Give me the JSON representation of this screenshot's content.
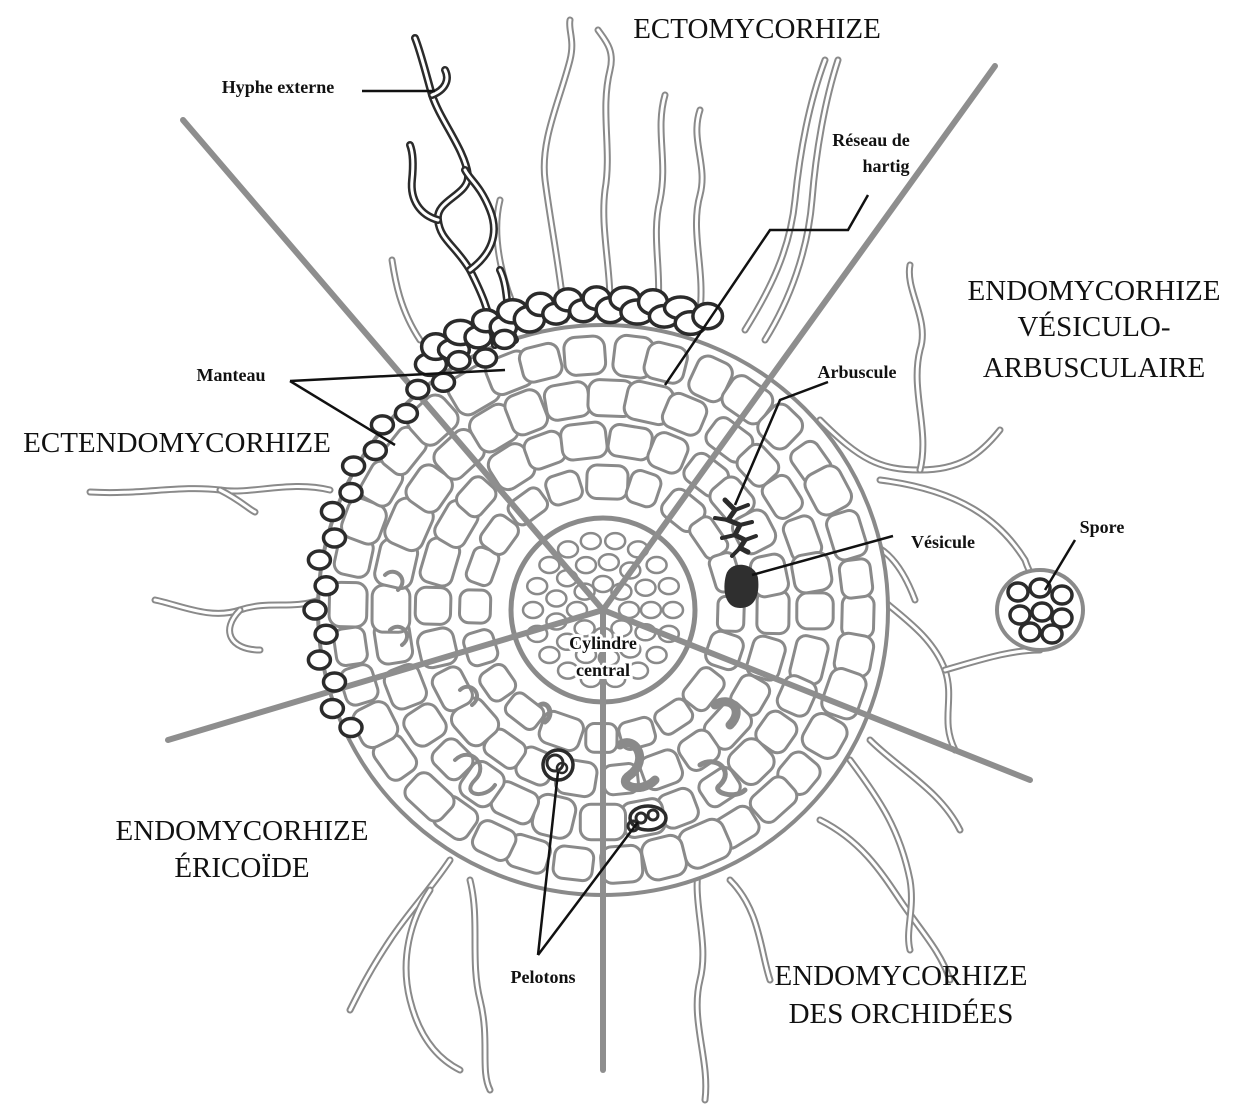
{
  "sectors": {
    "ectomycorhize": "ECTOMYCORHIZE",
    "vesiculo_line1": "ENDOMYCORHIZE",
    "vesiculo_line2": "VÉSICULO-",
    "vesiculo_line3": "ARBUSCULAIRE",
    "ectendo": "ECTENDOMYCORHIZE",
    "ericoide_line1": "ENDOMYCORHIZE",
    "ericoide_line2": "ÉRICOÏDE",
    "orchidees_line1": "ENDOMYCORHIZE",
    "orchidees_line2": "DES ORCHIDÉES"
  },
  "labels": {
    "hyphe_externe": "Hyphe externe",
    "reseau_line1": "Réseau de",
    "reseau_line2": "hartig",
    "manteau": "Manteau",
    "arbuscule": "Arbuscule",
    "vesicule": "Vésicule",
    "spore": "Spore",
    "cylindre_line1": "Cylindre",
    "cylindre_line2": "central",
    "pelotons": "Pelotons"
  },
  "colors": {
    "plant_tissue": "#8a8a8a",
    "fungus": "#2b2b2b",
    "divider": "#8e8e8e",
    "background": "#ffffff"
  }
}
